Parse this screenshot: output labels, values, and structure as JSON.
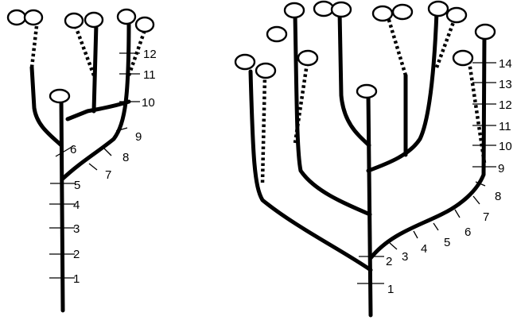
{
  "left_tree": {
    "node_labels": [
      "1",
      "2",
      "3",
      "4",
      "5",
      "6",
      "7",
      "8",
      "9",
      "10",
      "11",
      "12"
    ]
  },
  "right_tree": {
    "node_labels": [
      "1",
      "2",
      "3",
      "4",
      "5",
      "6",
      "7",
      "8",
      "9",
      "10",
      "11",
      "12",
      "13",
      "14"
    ]
  }
}
